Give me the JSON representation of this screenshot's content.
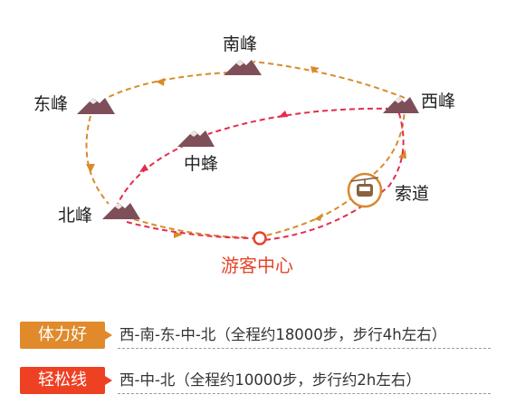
{
  "colors": {
    "hard_route": "#d98b2b",
    "easy_route": "#e52c4d",
    "center": "#e6452a",
    "mountain": "#7e4f59",
    "badge_hard": "#e08a2b",
    "badge_easy": "#ee4123",
    "cable": "#d9882c"
  },
  "labels": {
    "south": "南峰",
    "east": "东峰",
    "west": "西峰",
    "middle": "中蜂",
    "north": "北峰",
    "cableway": "索道",
    "center": "游客中心"
  },
  "icons": {
    "peak": "mountain-icon",
    "cableway": "cable-car-icon",
    "center": "location-circle-icon"
  },
  "legend": [
    {
      "badge": "体力好",
      "route": "西-南-东-中-北（全程约18000步，步行4h左右）"
    },
    {
      "badge": "轻松线",
      "route": "西-中-北（全程约10000步，步行约2h左右）"
    }
  ]
}
